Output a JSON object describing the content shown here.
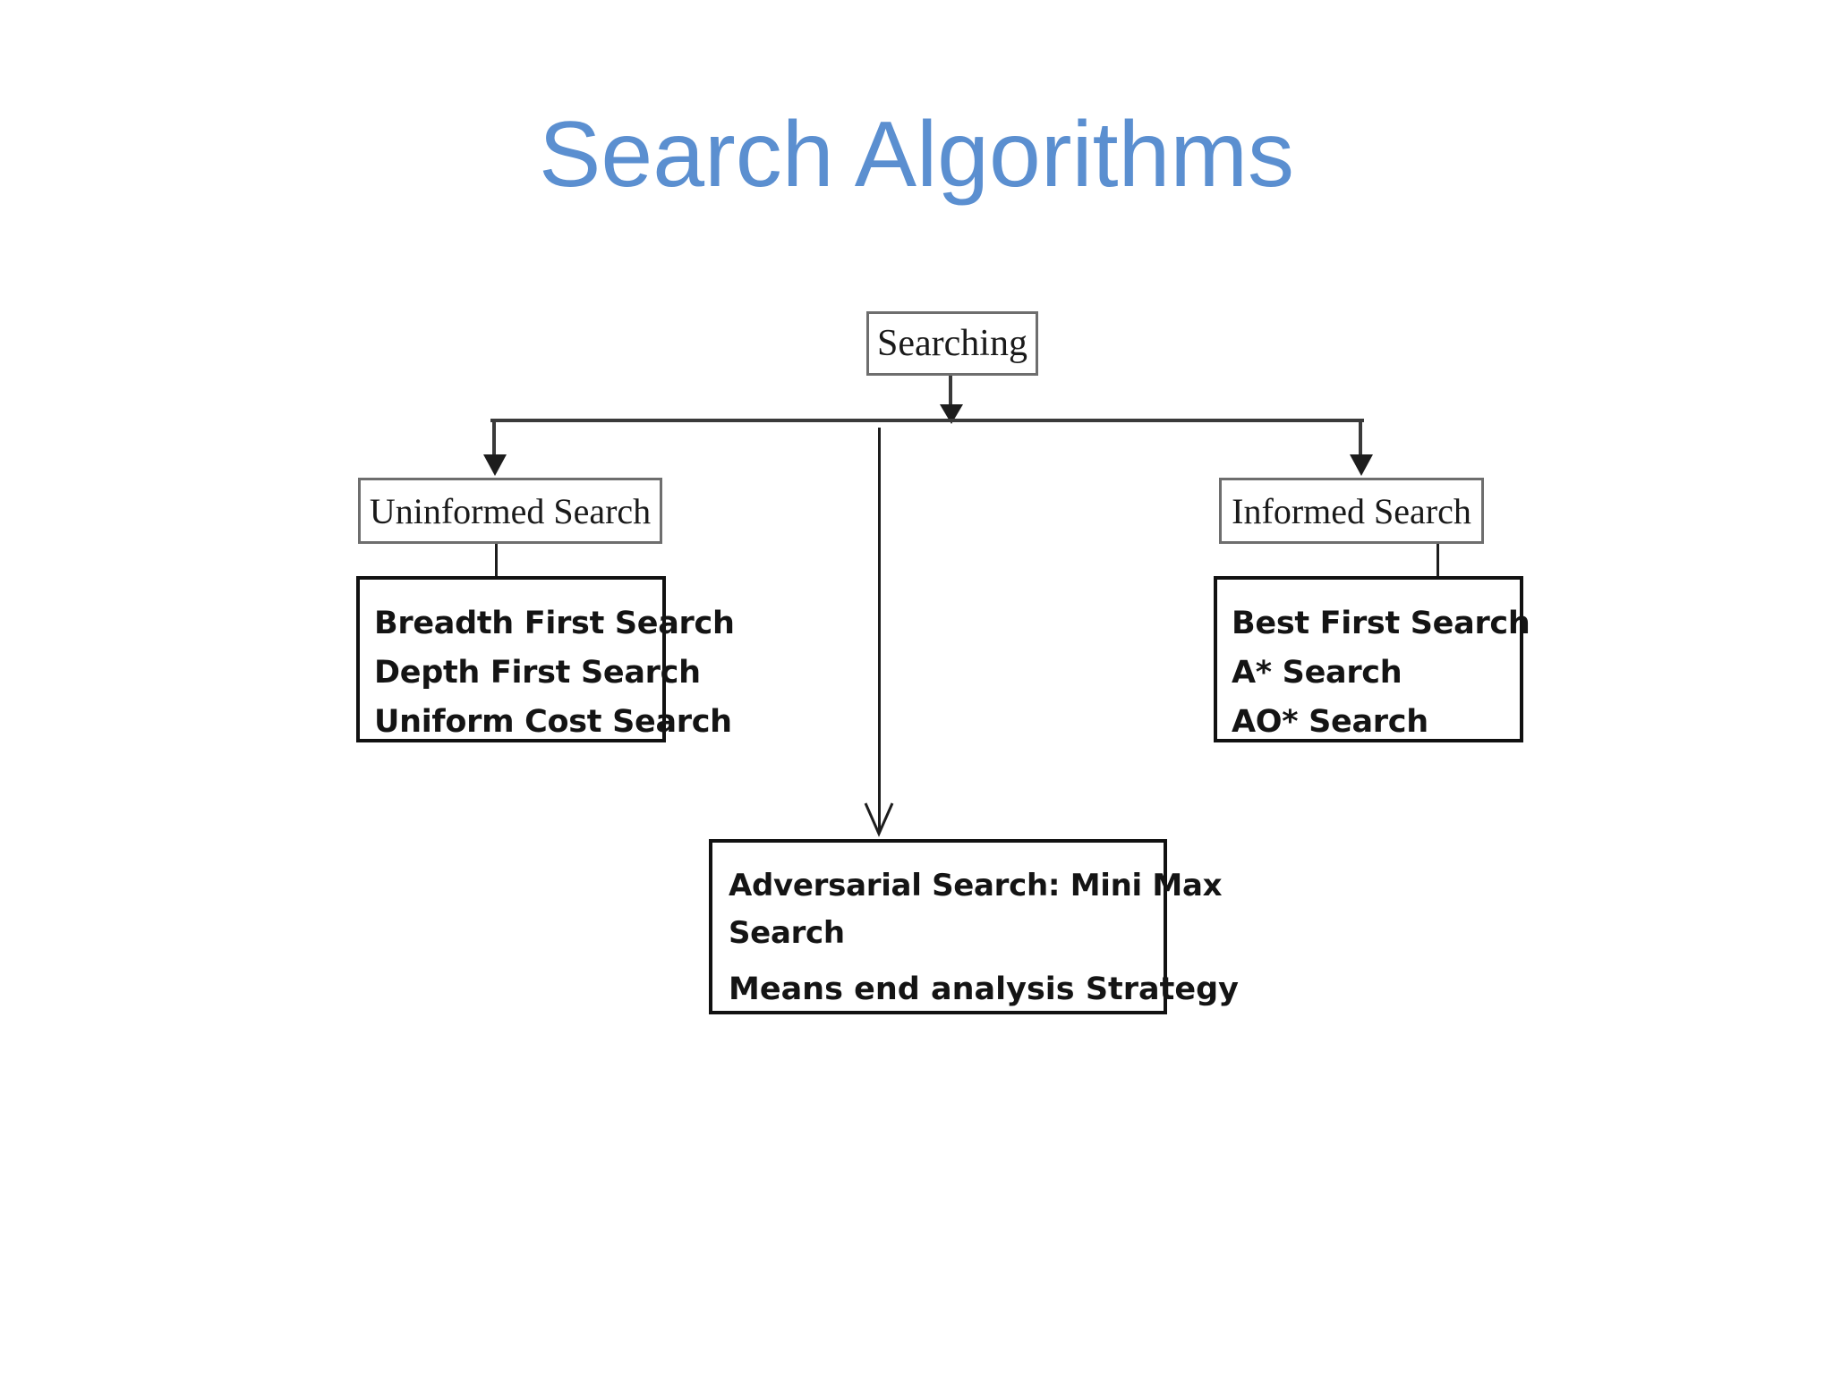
{
  "slide": {
    "title": "Search Algorithms",
    "title_color": "#5B8FD0",
    "background_color": "#FFFFFF"
  },
  "diagram": {
    "type": "tree-hierarchy",
    "root": {
      "id": "searching",
      "label": "Searching"
    },
    "branches": [
      {
        "id": "uninformed",
        "label": "Uninformed Search",
        "position": "left",
        "items": [
          "Breadth First Search",
          "Depth First Search",
          "Uniform Cost Search"
        ]
      },
      {
        "id": "adversarial",
        "label": "",
        "position": "center",
        "items": [
          "Adversarial Search: Mini Max",
          "Search",
          "Means end analysis Strategy"
        ]
      },
      {
        "id": "informed",
        "label": "Informed Search",
        "position": "right",
        "items": [
          "Best First Search",
          "A* Search",
          "AO* Search"
        ]
      }
    ],
    "connector_color": "#3A3A3A",
    "box_border_color": "#111111",
    "category_border_color": "#6E6E6E"
  }
}
